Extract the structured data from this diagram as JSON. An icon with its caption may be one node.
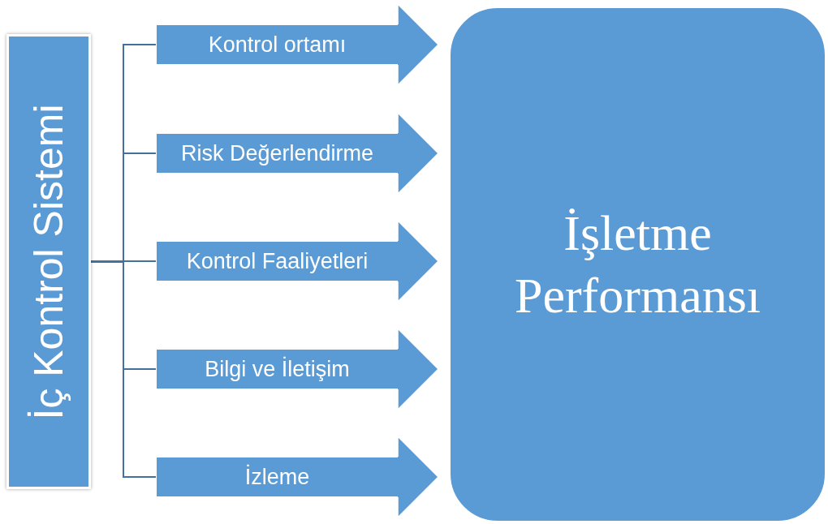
{
  "diagram": {
    "nodes": [
      {
        "text": [
          "İç Kontrol Sistemi"
        ]
      },
      {
        "text": [
          "Kontrol ortamı"
        ]
      },
      {
        "text": [
          "Risk Değerlendirme"
        ]
      },
      {
        "text": [
          "Kontrol Faaliyetleri"
        ]
      },
      {
        "text": [
          "Bilgi ve İletişim"
        ]
      },
      {
        "text": [
          "İzleme"
        ]
      },
      {
        "text": [
          "İşletme Performansı"
        ]
      }
    ],
    "edges": [
      {
        "from": 0,
        "to": 1,
        "arrow": "none"
      },
      {
        "from": 0,
        "to": 2,
        "arrow": "none"
      },
      {
        "from": 0,
        "to": 3,
        "arrow": "none"
      },
      {
        "from": 0,
        "to": 4,
        "arrow": "none"
      },
      {
        "from": 0,
        "to": 5,
        "arrow": "none"
      },
      {
        "from": 1,
        "to": 6,
        "arrow": "to",
        "style": "thick"
      },
      {
        "from": 2,
        "to": 6,
        "arrow": "to",
        "style": "thick"
      },
      {
        "from": 3,
        "to": 6,
        "arrow": "to",
        "style": "thick"
      },
      {
        "from": 4,
        "to": 6,
        "arrow": "to",
        "style": "thick"
      },
      {
        "from": 5,
        "to": 6,
        "arrow": "to",
        "style": "thick"
      }
    ]
  }
}
